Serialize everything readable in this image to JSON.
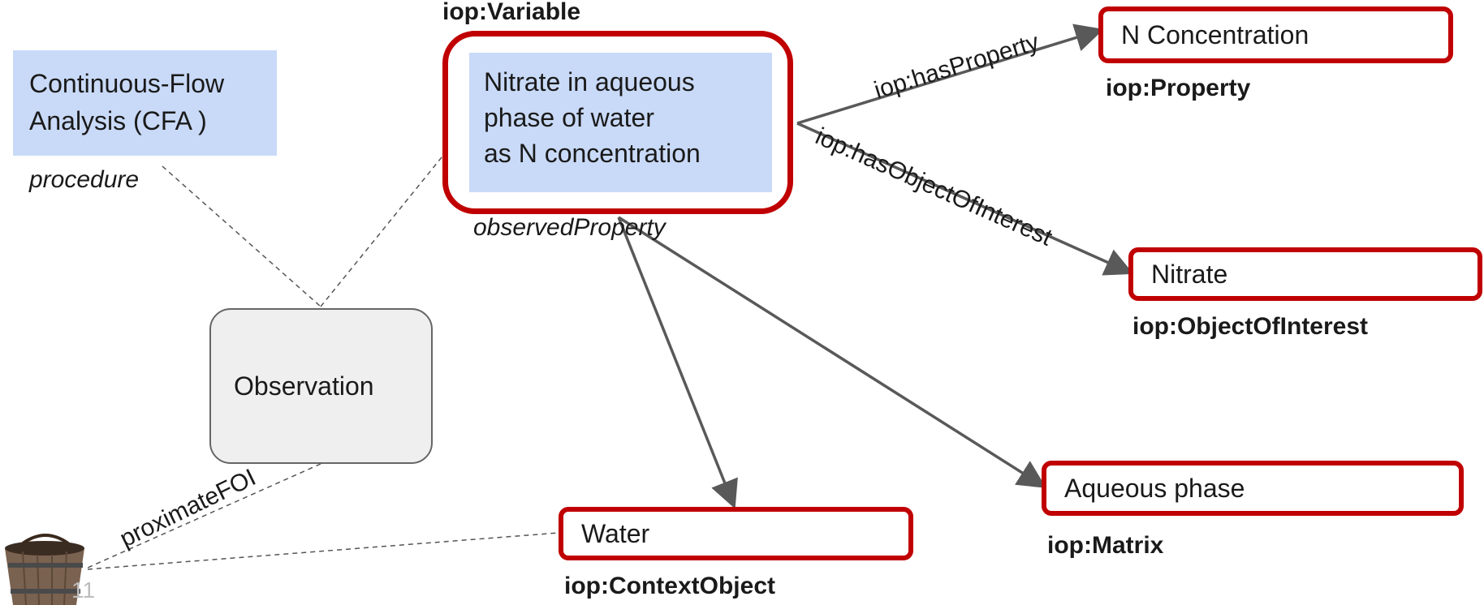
{
  "variable": {
    "type_label": "iop:Variable",
    "text": "Nitrate in aqueous phase of water as N concentration",
    "lines": [
      "Nitrate in aqueous",
      "phase of water",
      "as N concentration"
    ]
  },
  "procedure": {
    "lines": [
      "Continuous-Flow",
      "Analysis (CFA )"
    ],
    "role_label": "procedure"
  },
  "observation": {
    "label": "Observation"
  },
  "property": {
    "value": "N Concentration",
    "type_label": "iop:Property"
  },
  "object_of_interest": {
    "value": "Nitrate",
    "type_label": "iop:ObjectOfInterest"
  },
  "matrix": {
    "value": "Aqueous phase",
    "type_label": "iop:Matrix"
  },
  "context_object": {
    "value": "Water",
    "type_label": "iop:ContextObject"
  },
  "edges": {
    "has_property": "iop:hasProperty",
    "has_object_of_interest": "iop:hasObjectOfInterest",
    "observed_property": "observedProperty",
    "proximate_foi": "proximateFOI"
  },
  "page_number": "11",
  "colors": {
    "red_border": "#c00000",
    "blue_fill": "#c9daf8",
    "grey_fill": "#efefef",
    "arrow": "#595959"
  },
  "icons": {
    "bucket": "wooden-bucket-icon"
  }
}
